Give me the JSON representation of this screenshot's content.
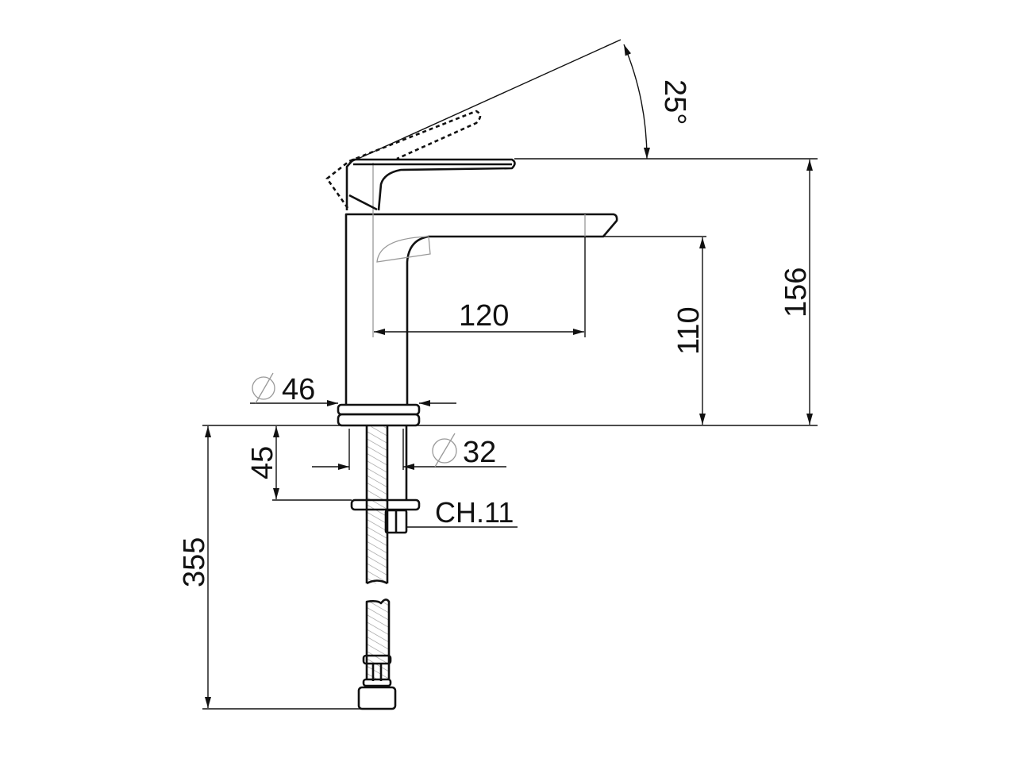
{
  "title": "Basin mixer dimension drawing",
  "dimensions": {
    "angle": "25°",
    "height_total": "156",
    "spout_height": "110",
    "spout_reach": "120",
    "base_diameter": "46",
    "shank_diameter": "32",
    "max_deck_thickness": "45",
    "wrench_size": "CH.11",
    "hose_length": "355"
  },
  "colors": {
    "line": "#111111",
    "hidden": "#999999"
  }
}
